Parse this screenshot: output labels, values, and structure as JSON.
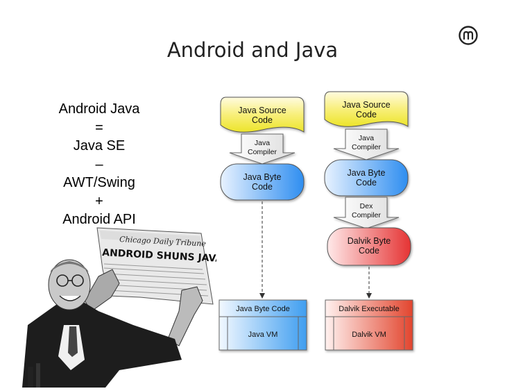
{
  "slide": {
    "title": "Android and Java"
  },
  "equation": {
    "lines": [
      "Android Java",
      "=",
      "Java SE",
      "–",
      "AWT/Swing",
      "+",
      "Android API"
    ]
  },
  "newspaper": {
    "masthead": "Chicago Daily Tribune",
    "headline": "ANDROID SHUNS JAVA"
  },
  "left_pipeline": {
    "source": [
      "Java Source",
      "Code"
    ],
    "compiler": [
      "Java",
      "Compiler"
    ],
    "bytecode": [
      "Java Byte",
      "Code"
    ],
    "runtime_header": "Java Byte Code",
    "runtime_body": "Java VM"
  },
  "right_pipeline": {
    "source": [
      "Java Source",
      "Code"
    ],
    "compiler1": [
      "Java",
      "Compiler"
    ],
    "bytecode": [
      "Java Byte",
      "Code"
    ],
    "compiler2": [
      "Dex",
      "Compiler"
    ],
    "dalvik": [
      "Dalvik Byte",
      "Code"
    ],
    "runtime_header": "Dalvik Executable",
    "runtime_body": "Dalvik VM"
  },
  "colors": {
    "source_fill": "#f2ec3a",
    "bytecode_fill": "#3f9ef0",
    "dalvik_fill": "#e84646",
    "arrow_fill": "#eeeeee",
    "java_vm_fill": "#4aa3f2",
    "dalvik_vm_fill": "#e2452e"
  }
}
